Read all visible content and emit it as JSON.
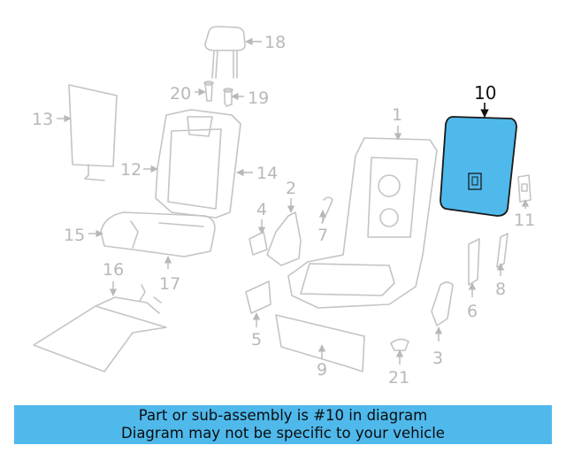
{
  "diagram": {
    "highlight_color": "#4fb9ec",
    "highlighted_part": "10",
    "callouts": [
      "1",
      "2",
      "3",
      "4",
      "5",
      "6",
      "7",
      "8",
      "9",
      "10",
      "11",
      "12",
      "13",
      "14",
      "15",
      "16",
      "17",
      "18",
      "19",
      "20",
      "21"
    ]
  },
  "banner": {
    "line1": "Part or sub-assembly is #10 in diagram",
    "line2": "Diagram may not be specific to your vehicle",
    "background": "#4fb9ec"
  }
}
